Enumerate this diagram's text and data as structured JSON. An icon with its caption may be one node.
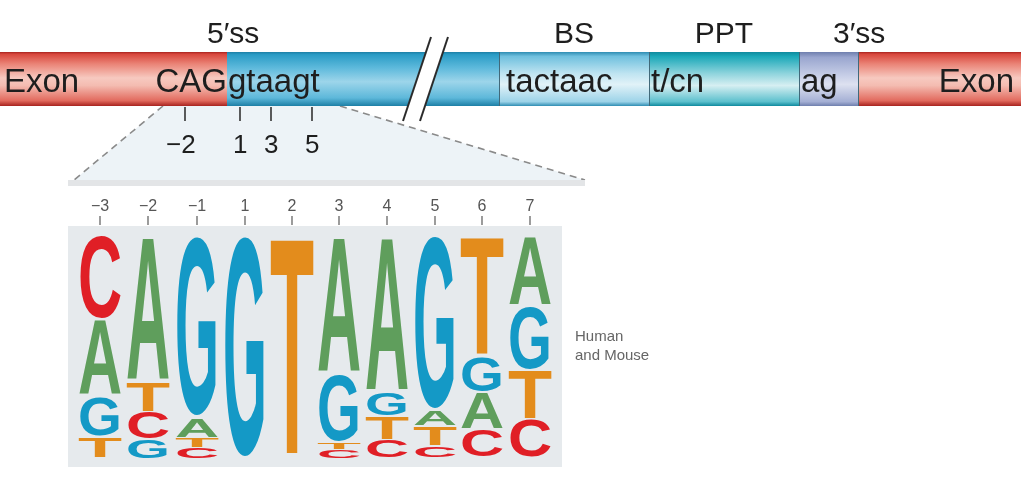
{
  "diagram": {
    "nodes": [
      {
        "text": [
          "Exon",
          "CAG"
        ]
      },
      {
        "text": [
          "gtaagt"
        ]
      },
      {
        "text": [
          "BS",
          "tactaac"
        ]
      },
      {
        "text": [
          "PPT",
          "t/cn"
        ]
      },
      {
        "text": [
          "ag"
        ]
      },
      {
        "text": [
          "Exon"
        ]
      },
      {
        "text": [
          "C",
          "A",
          "G",
          "T",
          "A",
          "T",
          "C",
          "G",
          "G",
          "A",
          "T",
          "C",
          "G",
          "T",
          "A",
          "G",
          "T",
          "C",
          "A",
          "G",
          "T",
          "C",
          "G",
          "A",
          "T",
          "C",
          "T",
          "G",
          "A",
          "C",
          "A",
          "G",
          "T",
          "C"
        ],
        "beside": [
          "Human and Mouse"
        ]
      }
    ],
    "edges": [
      {
        "from": 0,
        "to": 6,
        "arrow": "none",
        "style": "dashed"
      },
      {
        "from": 1,
        "to": 6,
        "arrow": "none",
        "style": "dashed"
      }
    ],
    "labels": [
      "5′ss",
      "3′ss",
      "−2",
      "1",
      "3",
      "5",
      "−3",
      "−2",
      "−1",
      "1",
      "2",
      "3",
      "4",
      "5",
      "6",
      "7"
    ]
  }
}
